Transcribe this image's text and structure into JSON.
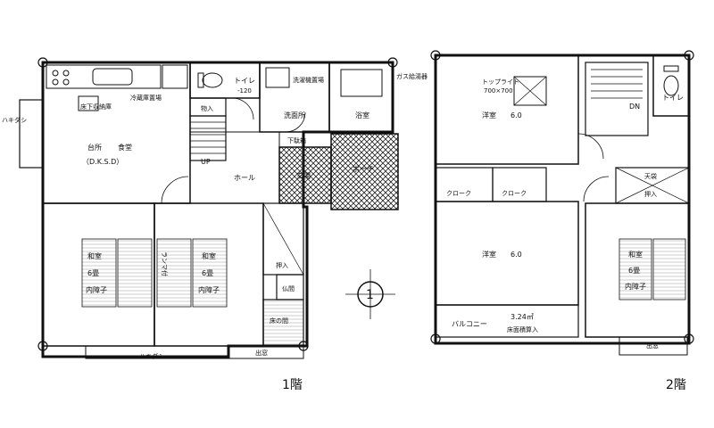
{
  "floor1": {
    "caption": "1階",
    "rooms": {
      "kitchen_storage": "床下収納庫",
      "fridge_place": "冷蔵庫置場",
      "kitchen": "台所",
      "dining": "食堂",
      "dks": "（D.K.S.D）",
      "toilet": "トイレ",
      "toilet_dim": "-120",
      "closet_small": "物入",
      "washer_place": "洗濯機置場",
      "washroom": "洗面所",
      "bath": "浴室",
      "gas_heater": "ガス給湯器",
      "step": "下駄箱",
      "hall": "ホール",
      "up": "UP",
      "entrance": "玄関",
      "porch": "ポーチ",
      "japanese_room_a": "和室",
      "japanese_room_a_size": "6畳",
      "japanese_room_a_note": "内障子",
      "japanese_room_b": "和室",
      "japanese_room_b_size": "6畳",
      "japanese_room_b_note": "内障子",
      "divider_note": "ランマ付",
      "closet": "押入",
      "altar": "仏間",
      "tokonoma": "床の間",
      "window_note": "出窓",
      "side_left": "ハキダシ",
      "side_bottom": "ハキダシ"
    }
  },
  "floor2": {
    "caption": "2階",
    "rooms": {
      "toplight": "トップライト",
      "toplight_dim": "700×700",
      "western_a": "洋室",
      "western_a_size": "6.0",
      "dn": "DN",
      "toilet": "トイレ",
      "closet_a": "クローク",
      "closet_b": "クローク",
      "ceiling_storage": "天袋",
      "closet": "押入",
      "western_b": "洋室",
      "western_b_size": "6.0",
      "japanese": "和室",
      "japanese_size": "6畳",
      "japanese_note": "内障子",
      "balcony": "バルコニー",
      "balcony_area": "3.24㎡",
      "balcony_note": "床面積算入",
      "window_note": "出窓"
    }
  },
  "compass": {
    "north_mark": "1"
  }
}
